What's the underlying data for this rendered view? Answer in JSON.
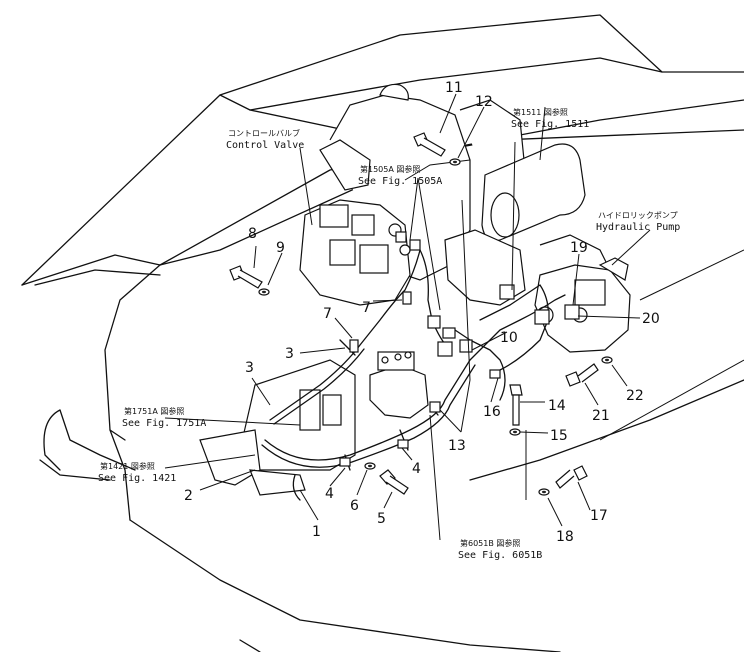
{
  "callouts": [
    {
      "id": "c1",
      "label": "1"
    },
    {
      "id": "c2",
      "label": "2"
    },
    {
      "id": "c3a",
      "label": "3"
    },
    {
      "id": "c3b",
      "label": "3"
    },
    {
      "id": "c4a",
      "label": "4"
    },
    {
      "id": "c4b",
      "label": "4"
    },
    {
      "id": "c5",
      "label": "5"
    },
    {
      "id": "c6",
      "label": "6"
    },
    {
      "id": "c7a",
      "label": "7"
    },
    {
      "id": "c7b",
      "label": "7"
    },
    {
      "id": "c8",
      "label": "8"
    },
    {
      "id": "c9",
      "label": "9"
    },
    {
      "id": "c10",
      "label": "10"
    },
    {
      "id": "c11",
      "label": "11"
    },
    {
      "id": "c12",
      "label": "12"
    },
    {
      "id": "c13",
      "label": "13"
    },
    {
      "id": "c14",
      "label": "14"
    },
    {
      "id": "c15",
      "label": "15"
    },
    {
      "id": "c16",
      "label": "16"
    },
    {
      "id": "c17",
      "label": "17"
    },
    {
      "id": "c18",
      "label": "18"
    },
    {
      "id": "c19",
      "label": "19"
    },
    {
      "id": "c20",
      "label": "20"
    },
    {
      "id": "c21",
      "label": "21"
    },
    {
      "id": "c22",
      "label": "22"
    }
  ],
  "components": {
    "control_valve": {
      "jp": "コントロールバルブ",
      "en": "Control Valve"
    },
    "hydraulic_pump": {
      "jp": "ハイドロリックポンプ",
      "en": "Hydraulic Pump"
    }
  },
  "figure_refs": {
    "fig1505a": {
      "jp": "第1505A 図参照",
      "en": "See Fig. 1505A"
    },
    "fig1511": {
      "jp": "第1511 図参照",
      "en": "See Fig. 1511"
    },
    "fig1751a": {
      "jp": "第1751A 図参照",
      "en": "See Fig. 1751A"
    },
    "fig1421": {
      "jp": "第1421 図参照",
      "en": "See Fig. 1421"
    },
    "fig6051b": {
      "jp": "第6051B 図参照",
      "en": "See Fig. 6051B"
    }
  }
}
